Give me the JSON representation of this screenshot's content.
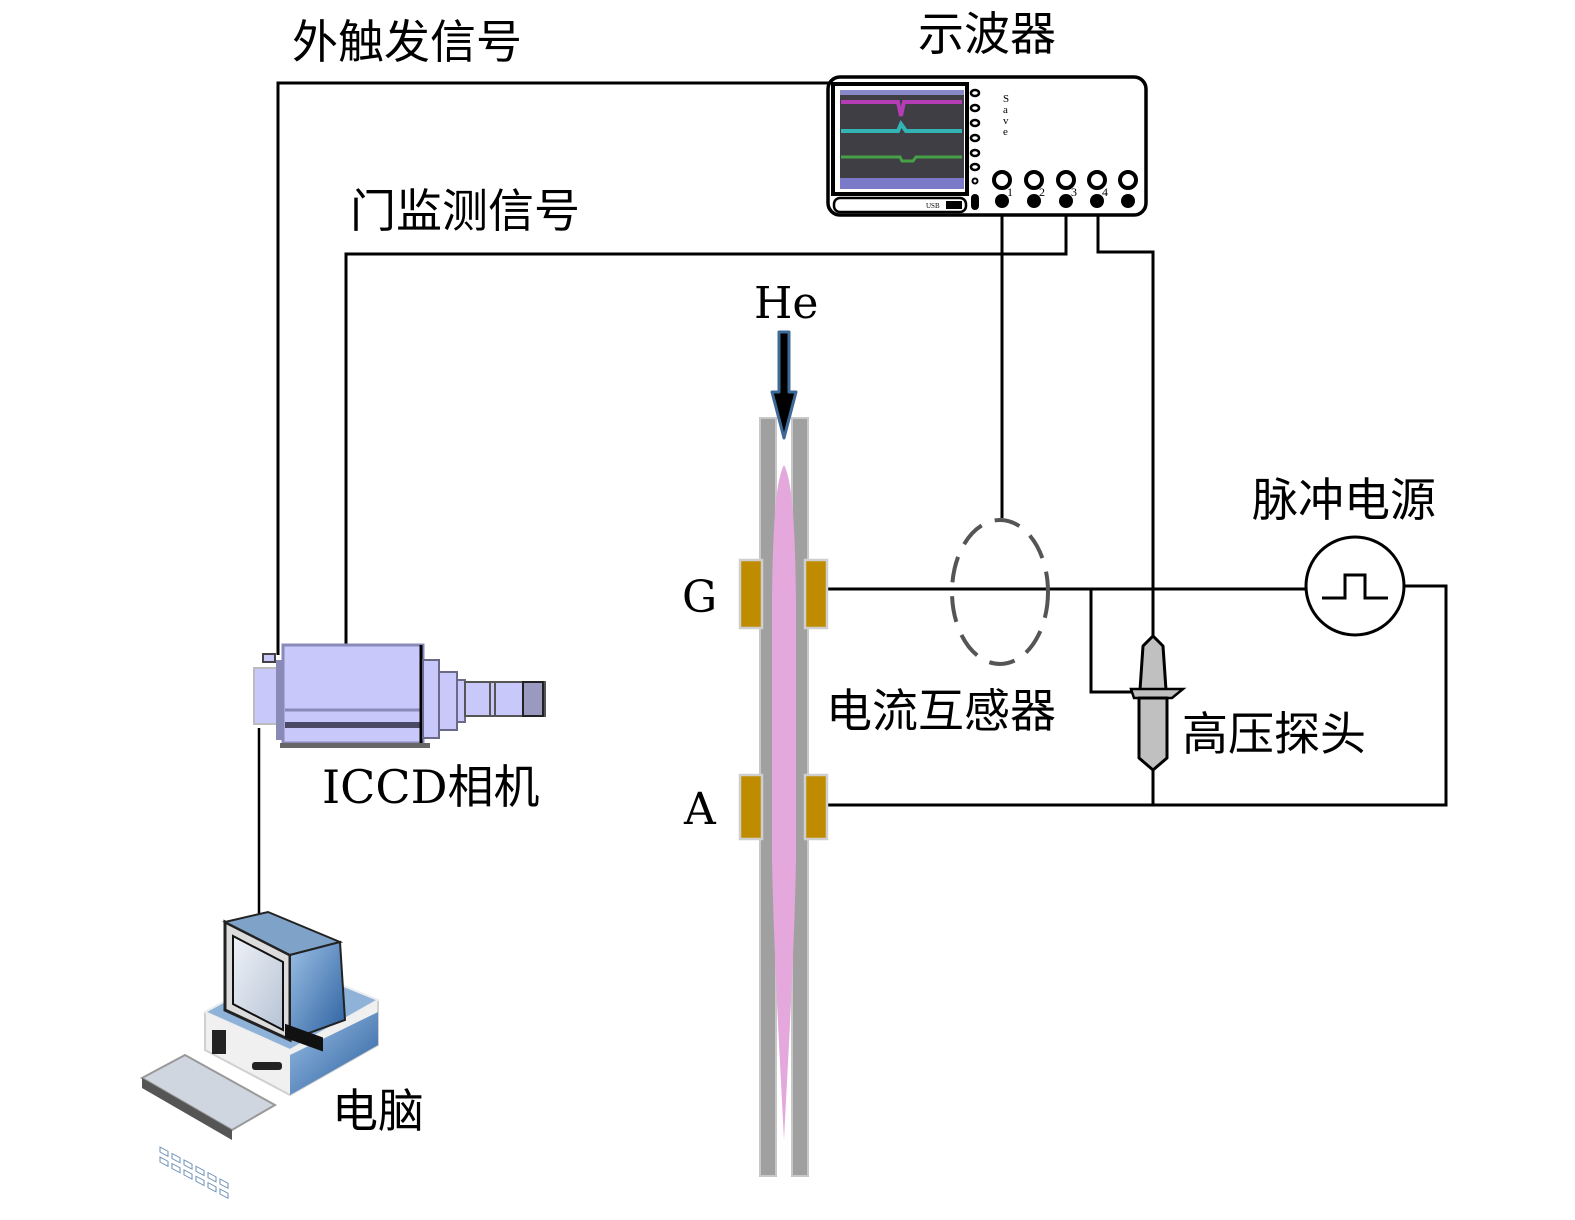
{
  "labels": {
    "external_trigger": "外触发信号",
    "gate_monitor": "门监测信号",
    "oscilloscope": "示波器",
    "gas": "He",
    "electrode_g": "G",
    "electrode_a": "A",
    "current_transformer": "电流互感器",
    "hv_probe": "高压探头",
    "pulse_supply": "脉冲电源",
    "iccd_camera": "ICCD相机",
    "computer": "电脑"
  },
  "oscilloscope": {
    "side_text": [
      "S",
      "a",
      "v",
      "e"
    ],
    "usb_label": "USB",
    "channels": [
      "1",
      "2",
      "3",
      "4"
    ]
  },
  "colors": {
    "plasma": "#e4a8dc",
    "tube": "#a0a0a0",
    "electrode": "#bf8c00",
    "camera_body": "#c8c8fa",
    "computer_blue": "#3a78b8",
    "transformer_dash": "#555555"
  }
}
